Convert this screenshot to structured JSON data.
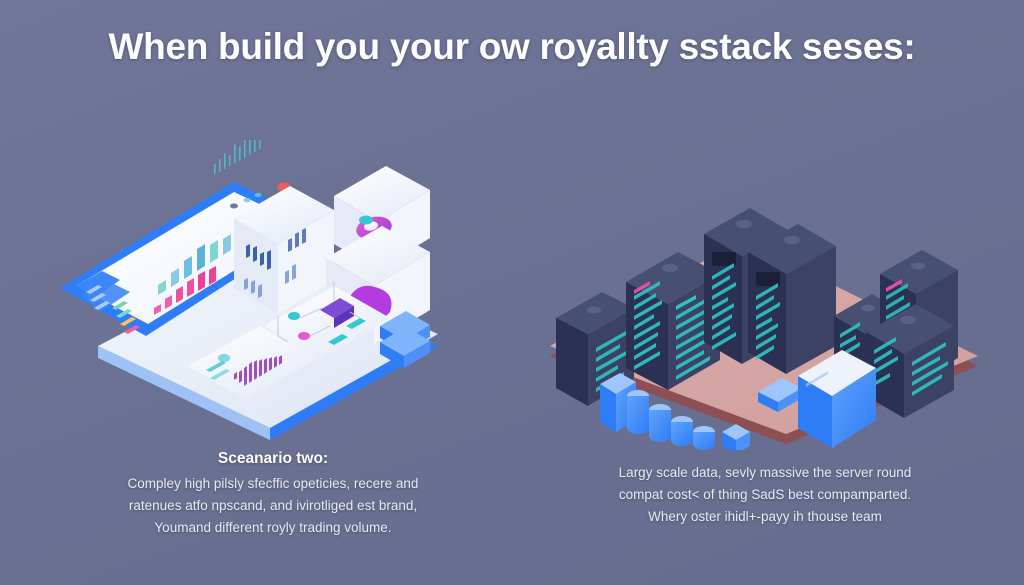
{
  "background_color": "#6b7192",
  "header": {
    "title": "When build you your ow royallty sstack seses:"
  },
  "left_panel": {
    "name": "analytics-dashboard-illustration",
    "accent_color": "#2f7df6",
    "platform_color": "#e8edf7",
    "caption": {
      "heading": "Sceanario two:",
      "lines": [
        "Compley high pilsly sfecffic opeticies, recere and",
        "ratenues atfo  npscand, and ivirotliged est brand,",
        "Youmand different royly trading volume."
      ]
    },
    "device": {
      "name": "tablet-dashboard",
      "frame_color": "#2f7df6",
      "screen_color": "#f6f8fc",
      "sidebar_color": "#3d86f7",
      "notification_dot_color": "#f05a5a"
    },
    "floating_cards": [
      {
        "name": "bar-chart-card",
        "accent": "#3f5fa8"
      },
      {
        "name": "donut-chart-card",
        "accent": "#c04de0"
      },
      {
        "name": "area-chart-card",
        "accent": "#b33ce0"
      },
      {
        "name": "flow-diagram-card",
        "accent": "#7d4bd6"
      },
      {
        "name": "histogram-card",
        "accent": "#a14fc0"
      }
    ],
    "server_block": {
      "name": "small-server-stack",
      "color": "#3f87f8"
    }
  },
  "right_panel": {
    "name": "server-farm-illustration",
    "platform_color": "#d9a9a6",
    "platform_edge_color": "#8e4f52",
    "rack_color": "#3b4263",
    "rack_face_color": "#2a3050",
    "led_color": "#2fc4c4",
    "bar_color": "#3d8df6",
    "caption": {
      "lines": [
        "Largy scale data, sevly massive the server round",
        "compat cost< of thing SadS best compamparted.",
        "Whery oster ihidl+-payy ih thouse team"
      ]
    },
    "racks": [
      {
        "name": "rack-1",
        "label": ""
      },
      {
        "name": "rack-2",
        "label": ""
      },
      {
        "name": "rack-3",
        "label": ""
      },
      {
        "name": "rack-4",
        "label": ""
      },
      {
        "name": "rack-5",
        "label": ""
      },
      {
        "name": "rack-6",
        "label": ""
      },
      {
        "name": "rack-7",
        "label": ""
      }
    ],
    "bars": [
      {
        "name": "data-bar-1"
      },
      {
        "name": "data-bar-2"
      },
      {
        "name": "data-bar-3"
      },
      {
        "name": "data-bar-4"
      },
      {
        "name": "data-bar-5"
      },
      {
        "name": "data-bar-6"
      },
      {
        "name": "data-cabinet"
      }
    ]
  }
}
